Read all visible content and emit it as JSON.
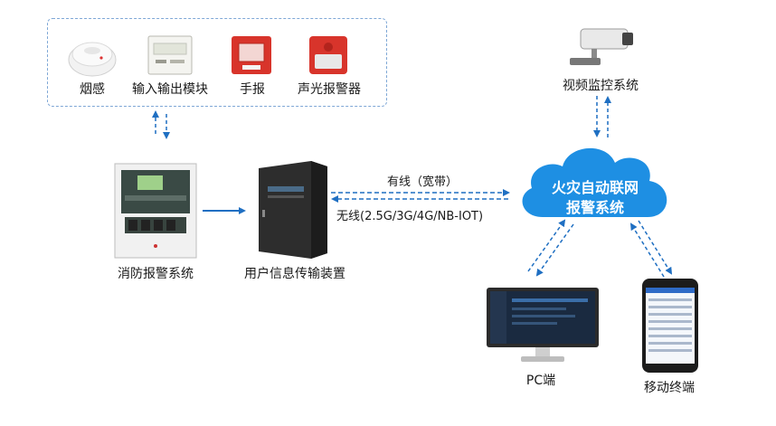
{
  "devices": {
    "smoke": "烟感",
    "io_module": "输入输出模块",
    "manual": "手报",
    "alarm": "声光报警器"
  },
  "fire_system": "消防报警系统",
  "transmission": "用户信息传输装置",
  "link_wired": "有线（宽带）",
  "link_wireless": "无线(2.5G/3G/4G/NB-IOT)",
  "cloud": {
    "line1": "火灾自动联网",
    "line2": "报警系统"
  },
  "video": "视频监控系统",
  "pc": "PC端",
  "mobile": "移动终端",
  "colors": {
    "accent": "#1f86d8",
    "cloud": "#1e8fe3",
    "device_red": "#d8342b"
  }
}
